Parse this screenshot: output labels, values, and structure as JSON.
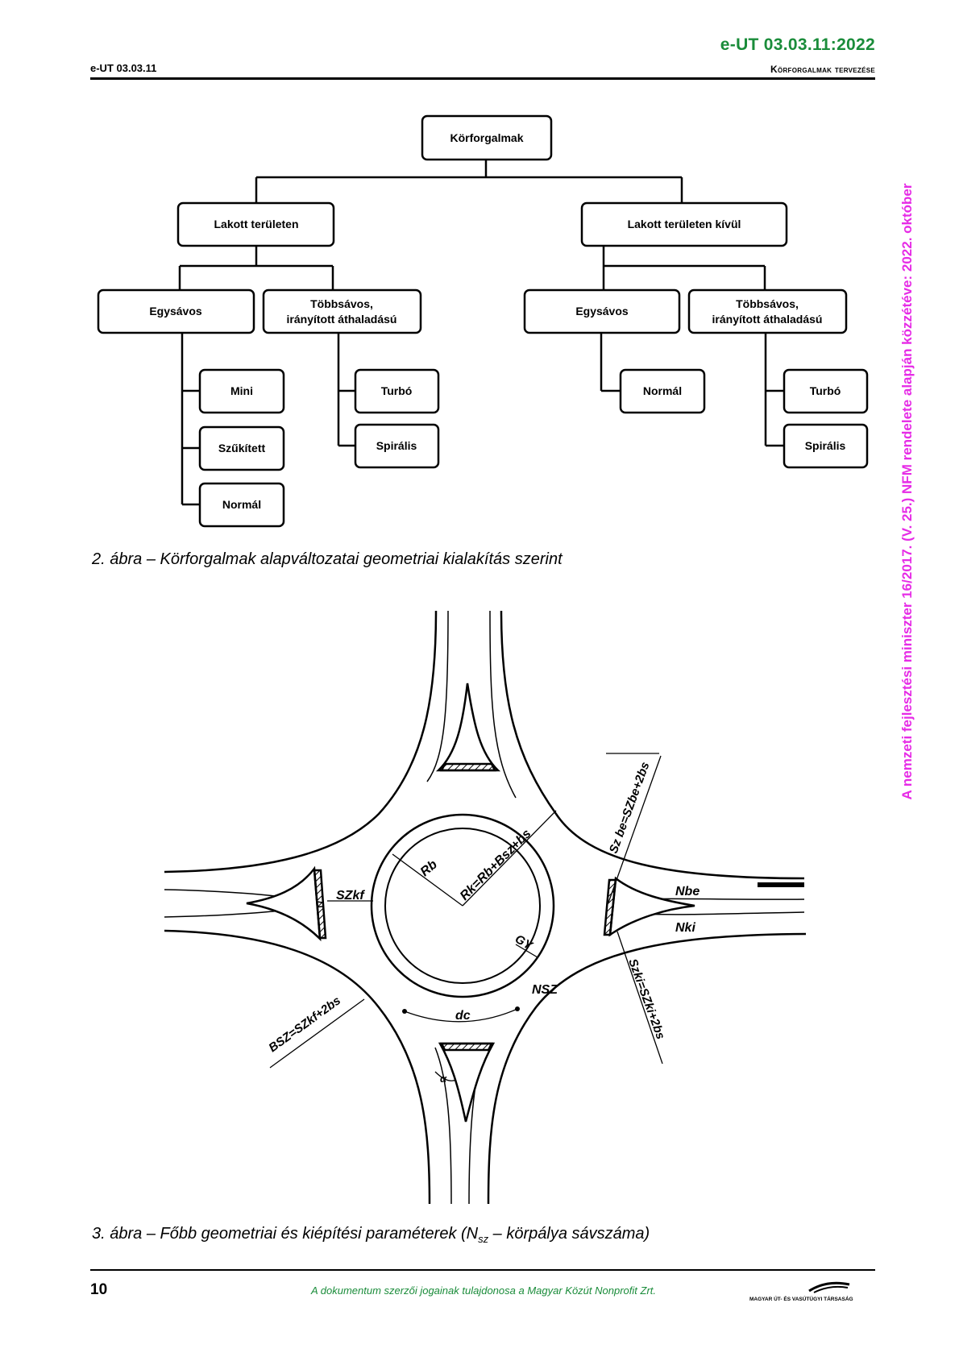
{
  "header": {
    "doc_code": "e-UT 03.03.11:2022",
    "left": "e-UT 03.03.11",
    "right": "Körforgalmak tervezése"
  },
  "side_note": "A nemzeti fejlesztési miniszter 16/2017. (V. 25.) NFM rendelete alapján közzétéve: 2022. október",
  "figure2": {
    "root": "Körforgalmak",
    "urban": "Lakott területen",
    "rural": "Lakott területen kívül",
    "urban_single": "Egysávos",
    "urban_multi_1": "Többsávos,",
    "urban_multi_2": "irányított áthaladású",
    "rural_single": "Egysávos",
    "rural_multi_1": "Többsávos,",
    "rural_multi_2": "irányított áthaladású",
    "mini": "Mini",
    "szukitett": "Szűkített",
    "normal_urban": "Normál",
    "turbo_urban": "Turbó",
    "spiral_urban": "Spirális",
    "normal_rural": "Normál",
    "turbo_rural": "Turbó",
    "spiral_rural": "Spirális",
    "caption": "2. ábra – Körforgalmak alapváltozatai geometriai kialakítás szerint"
  },
  "figure3": {
    "labels": {
      "sz_kf": "SZkf",
      "r_b": "Rb",
      "r_k": "Rk=Rb+Bsz+bs",
      "gy": "GY",
      "sz_be": "Sz be=SZbe+2bs",
      "n_be": "Nbe",
      "n_ki": "Nki",
      "sz_ki": "Szki=SZki+2bs",
      "n_sz": "NSZ",
      "b_sz": "BSZ=SZkf+2bs",
      "d_c": "dc",
      "alpha": "α"
    },
    "caption_part1": "3. ábra – Főbb geometriai és kiépítési paraméterek (N",
    "caption_sub": "sz",
    "caption_part2": " – körpálya sávszáma)"
  },
  "footer": {
    "page_number": "10",
    "copyright": "A dokumentum szerzői jogainak tulajdonosa a Magyar Közút Nonprofit Zrt.",
    "logo_text": "MAGYAR ÚT- ÉS VASÚTÜGYI TÁRSASÁG"
  }
}
